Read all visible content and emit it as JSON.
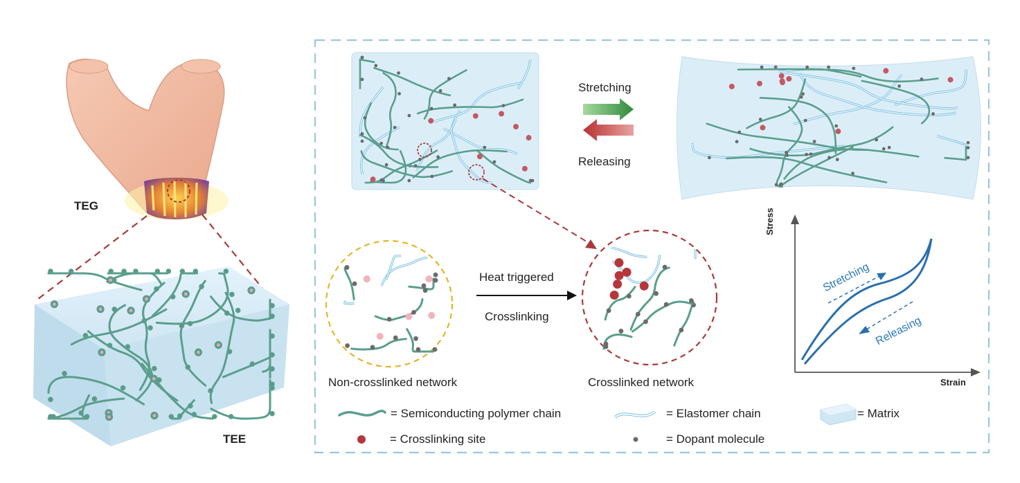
{
  "labels": {
    "teg": "TEG",
    "tee": "TEE",
    "stretching": "Stretching",
    "releasing": "Releasing",
    "heat_triggered": "Heat triggered",
    "crosslinking": "Crosslinking",
    "non_crosslinked_network": "Non-crosslinked network",
    "crosslinked_network": "Crosslinked network"
  },
  "graph": {
    "y_axis": "Stress",
    "x_axis": "Strain",
    "stretching": "Stretching",
    "releasing": "Releasing"
  },
  "legend": {
    "semiconducting": "= Semiconducting polymer chain",
    "elastomer": "= Elastomer chain",
    "matrix": "= Matrix",
    "crosslinking_site": "= Crosslinking site",
    "dopant": "= Dopant molecule"
  },
  "colors": {
    "polymer_chain": "#5a9e8c",
    "elastomer_chain": "#7bbfe0",
    "matrix": "#dbeef8",
    "crosslink_site": "#b5373c",
    "dopant": "#6b6b6b",
    "dashed_frame": "#9cc6dc",
    "zoom_lines": "#a83a3a",
    "yellow_circle": "#e3b52a",
    "graph_curve": "#2a6fae",
    "arrow_green": "#2f8a3a",
    "arrow_red": "#b8302f"
  }
}
